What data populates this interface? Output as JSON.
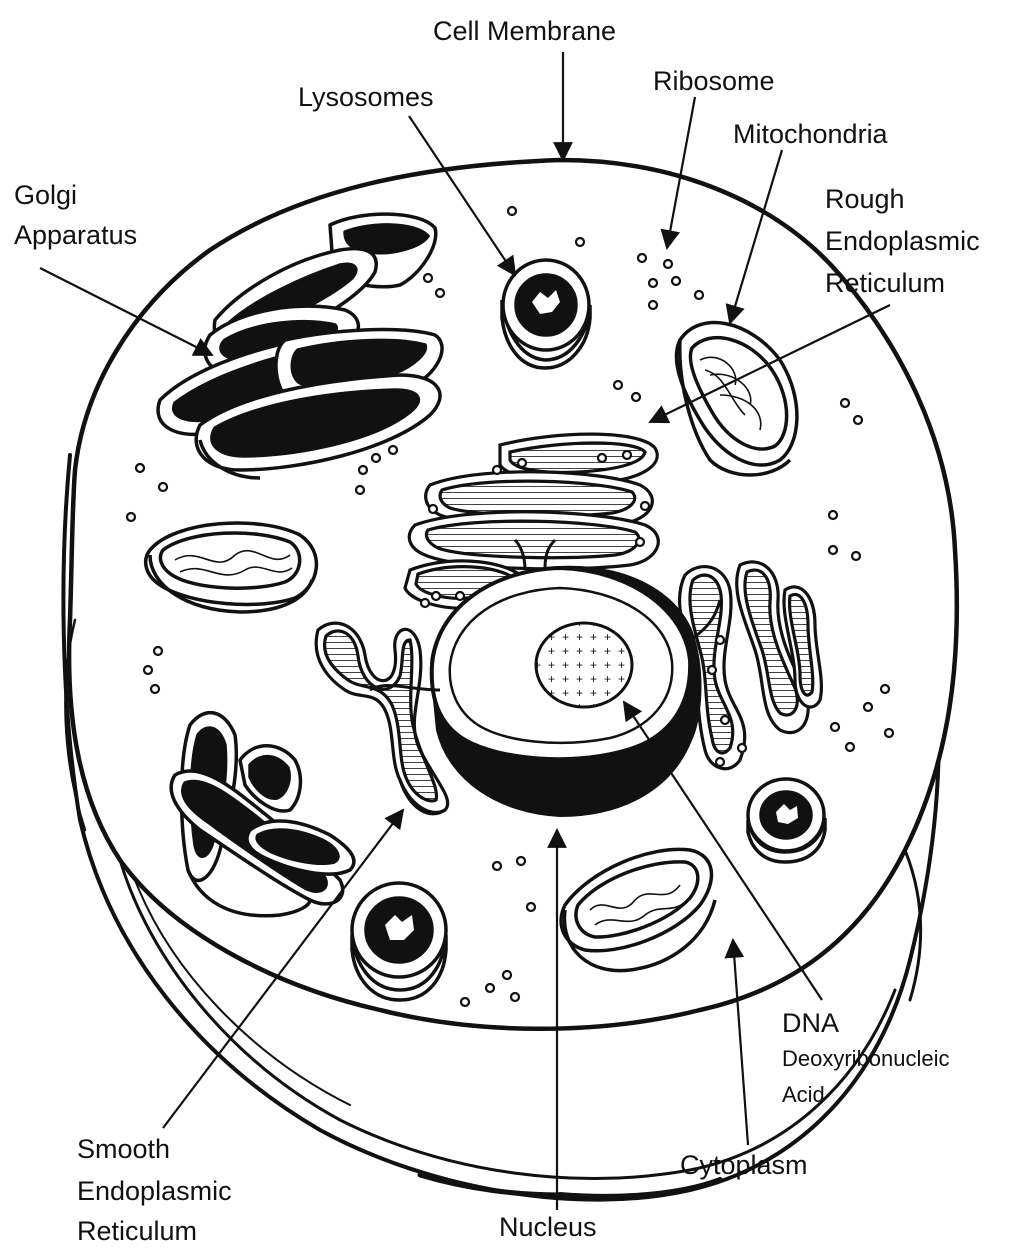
{
  "labels": {
    "cell_membrane": "Cell Membrane",
    "lysosomes": "Lysosomes",
    "ribosome": "Ribosome",
    "mitochondria": "Mitochondria",
    "golgi_line1": "Golgi",
    "golgi_line2": "Apparatus",
    "rough_er_line1": "Rough",
    "rough_er_line2": "Endoplasmic",
    "rough_er_line3": "Reticulum",
    "dna_line1": "DNA",
    "dna_line2": "Deoxyribonucleic",
    "dna_line3": "Acid",
    "smooth_er_line1": "Smooth",
    "smooth_er_line2": "Endoplasmic",
    "smooth_er_line3": "Reticulum",
    "nucleus": "Nucleus",
    "cytoplasm": "Cytoplasm"
  },
  "colors": {
    "line": "#111111",
    "background": "#ffffff"
  }
}
